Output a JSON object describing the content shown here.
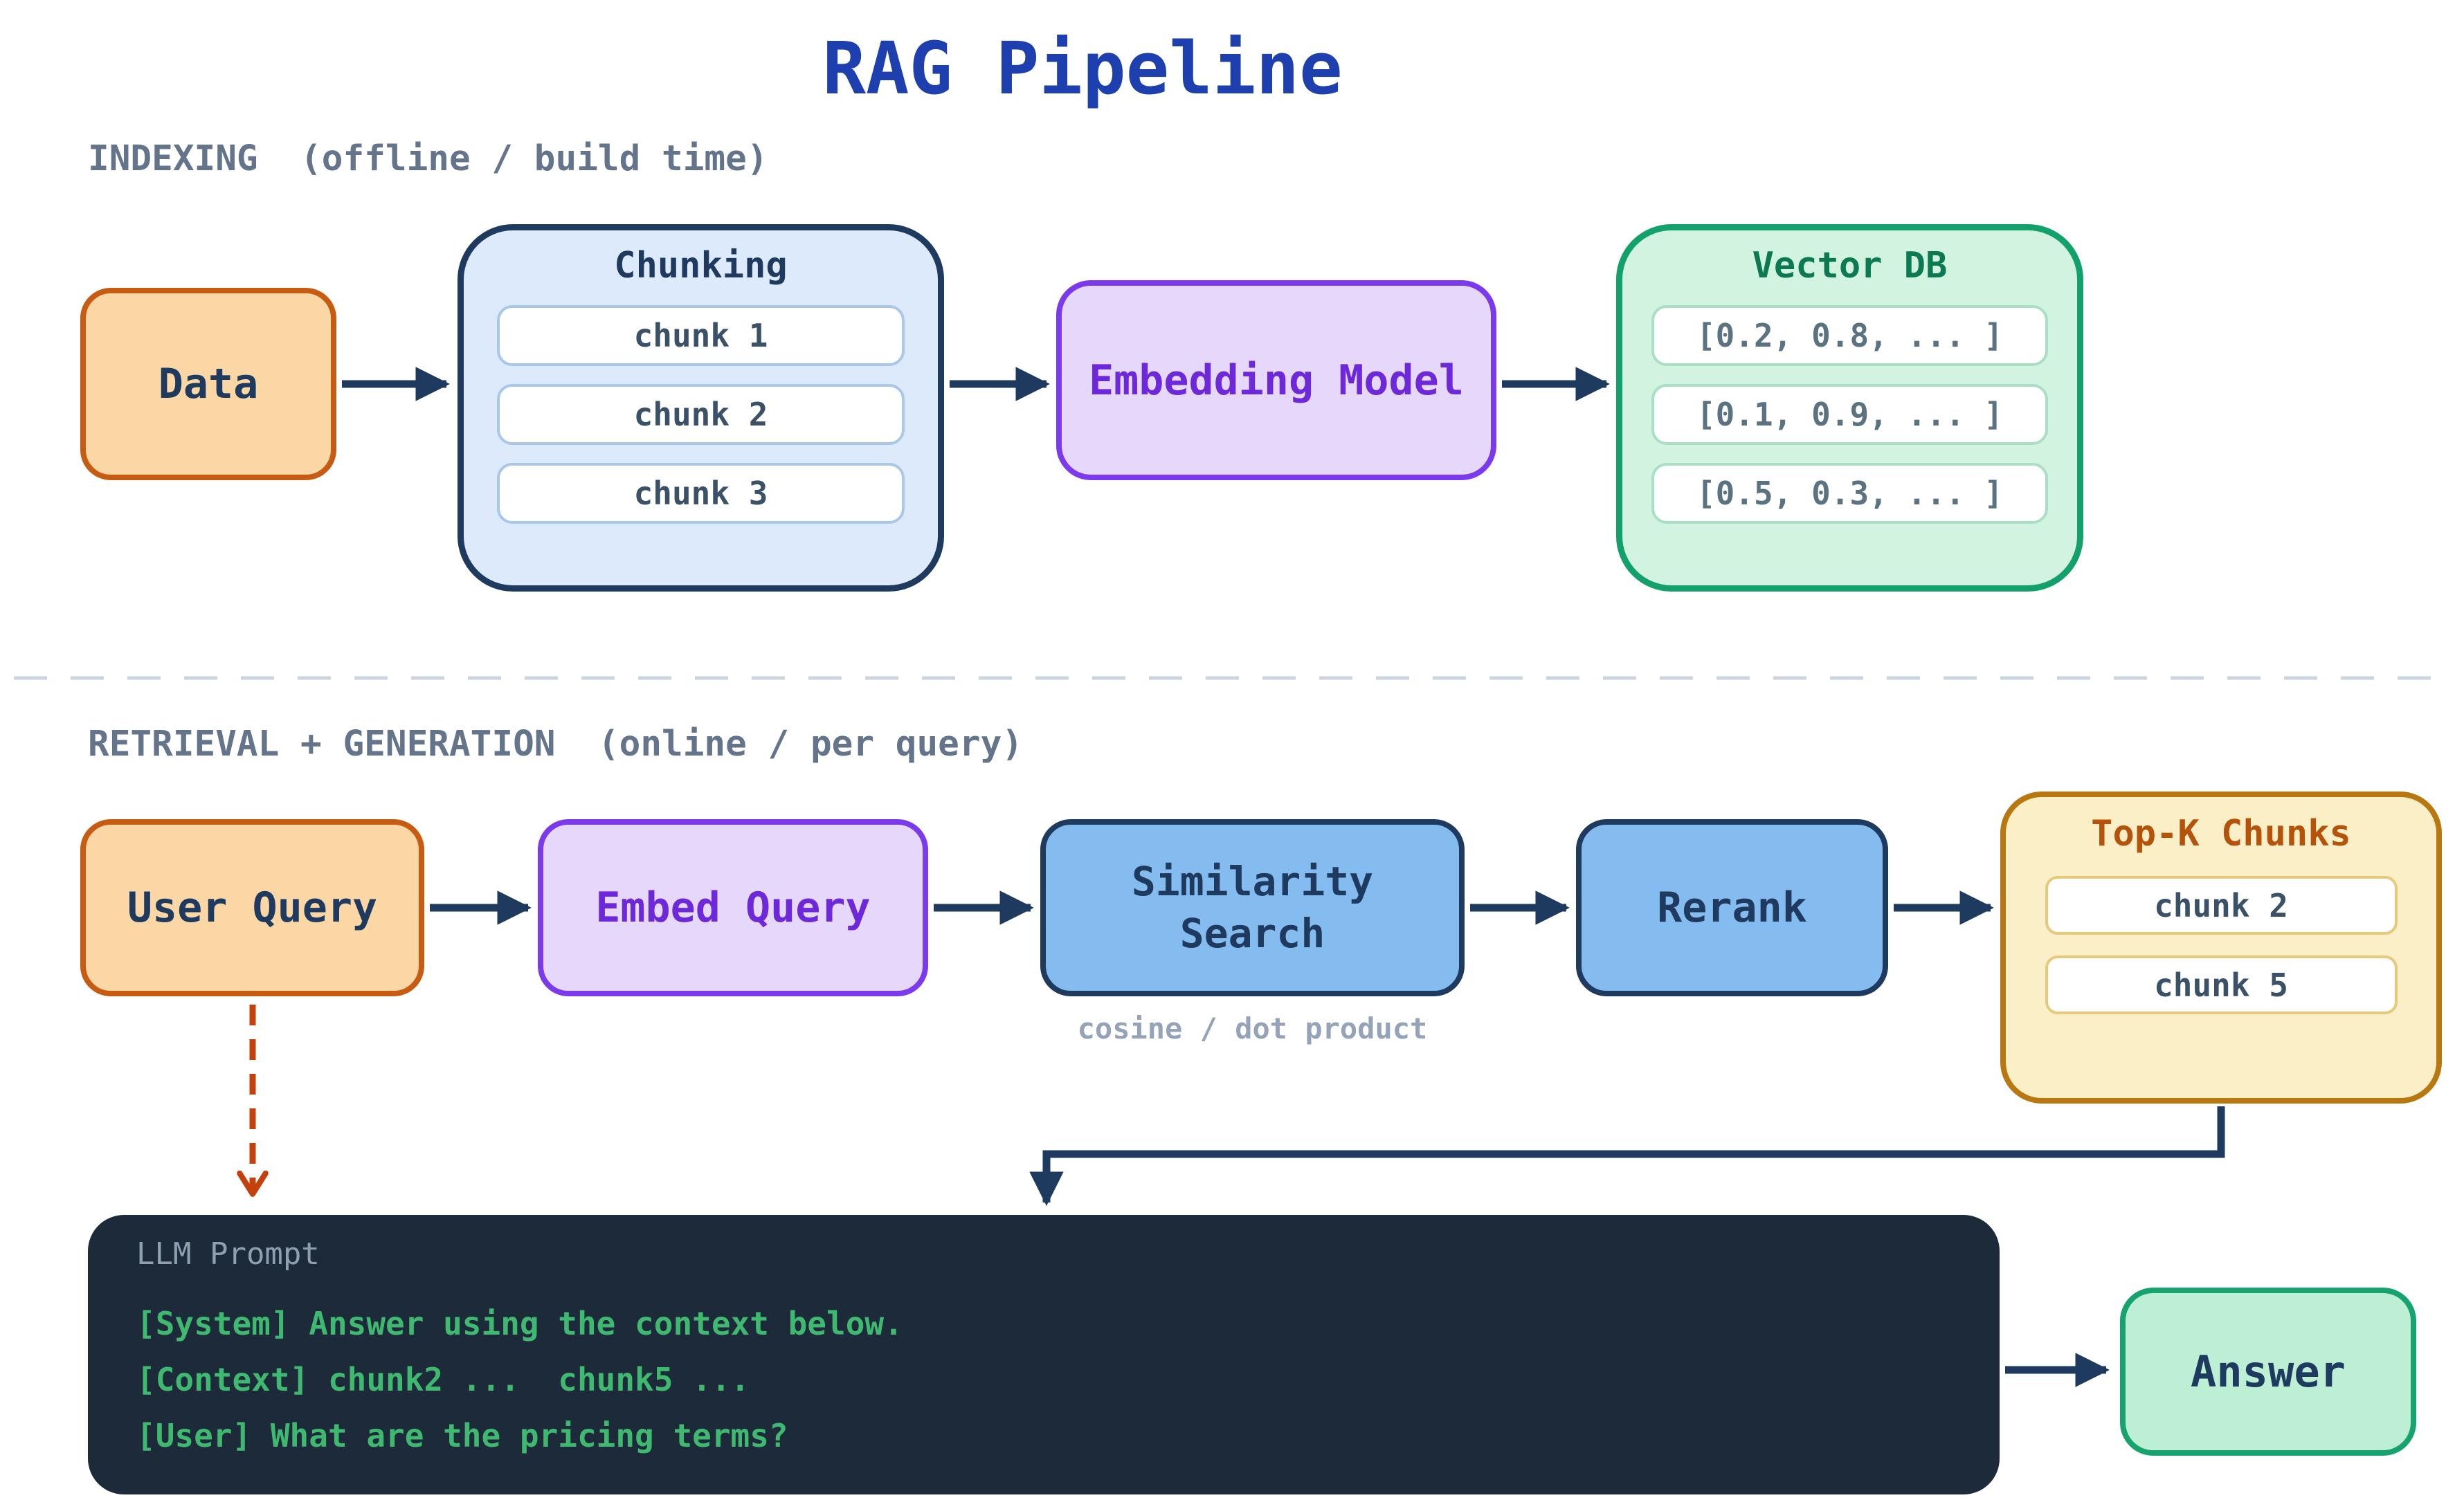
{
  "title": "RAG Pipeline",
  "indexing": {
    "section_label": "INDEXING  (offline / build time)",
    "data": {
      "label": "Data"
    },
    "chunking": {
      "title": "Chunking",
      "chunks": [
        "chunk 1",
        "chunk 2",
        "chunk 3"
      ]
    },
    "embedding_model": {
      "label": "Embedding Model"
    },
    "vector_db": {
      "title": "Vector DB",
      "vectors": [
        "[0.2, 0.8, ... ]",
        "[0.1, 0.9, ... ]",
        "[0.5, 0.3, ... ]"
      ]
    }
  },
  "retrieval": {
    "section_label": "RETRIEVAL + GENERATION  (online / per query)",
    "user_query": {
      "label": "User Query"
    },
    "embed_query": {
      "label": "Embed Query"
    },
    "similarity_search": {
      "label": "Similarity Search",
      "caption": "cosine / dot product"
    },
    "rerank": {
      "label": "Rerank"
    },
    "top_k": {
      "title": "Top-K Chunks",
      "chunks": [
        "chunk 2",
        "chunk 5"
      ]
    }
  },
  "generation": {
    "llm_prompt": {
      "title": "LLM Prompt",
      "lines": [
        "[System] Answer using the context below.",
        "[Context] chunk2 ...  chunk5 ...",
        "[User] What are the pricing terms?"
      ]
    },
    "answer": {
      "label": "Answer"
    }
  },
  "colors": {
    "title": "#1E40AF",
    "section_label": "#64748B",
    "arrow": "#1E3A5F",
    "dashed_arrow": "#C2410C",
    "orange_node_fill": "#FAD7A5",
    "orange_node_border": "#C75B12",
    "light_blue_fill": "#DCEAFB",
    "blue_node_fill": "#85BCF0",
    "purple_fill": "#E5D8FB",
    "purple_border": "#7C3AED",
    "green_fill": "#D1F3E0",
    "green_border": "#12A06B",
    "yellow_fill": "#FBEFC7",
    "yellow_border": "#B8770F",
    "prompt_bg": "#1C2A3A",
    "prompt_text": "#3FB970",
    "answer_fill": "#BDEFD4"
  }
}
